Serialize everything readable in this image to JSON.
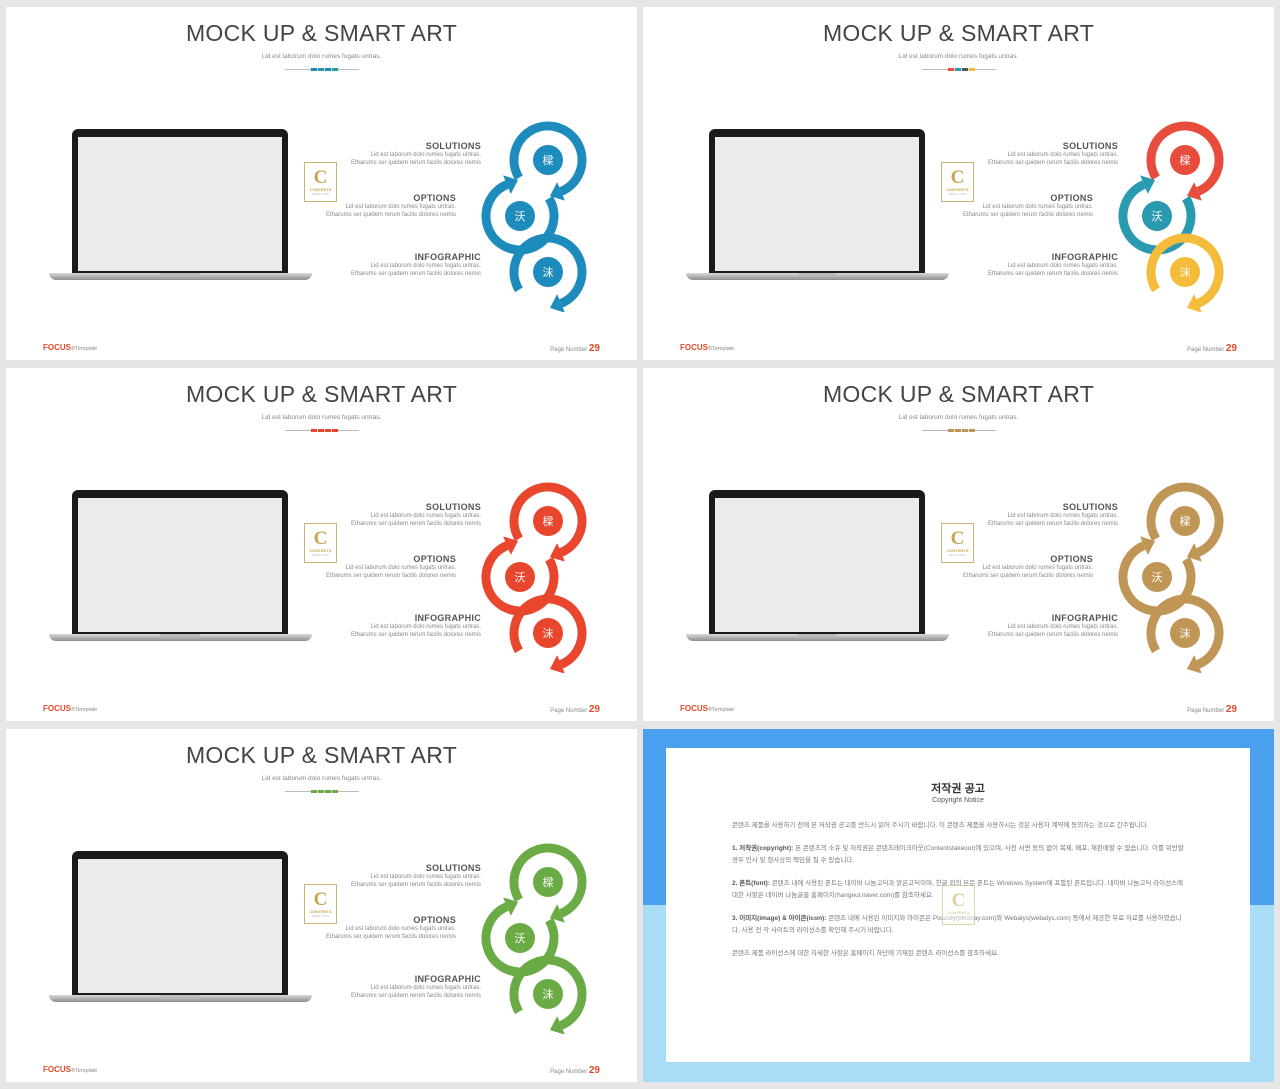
{
  "slides": [
    {
      "title": "MOCK UP & SMART ART",
      "subtitle": "Lid est laborum dolo rumes fugats untras.",
      "accent": "#1e8bbd",
      "accent2": "#1e8bbd",
      "accent3": "#1e8bbd",
      "dots": [
        "#1e8bbd",
        "#2a9a9a",
        "#1e8bbd",
        "#26a0a0"
      ]
    },
    {
      "title": "MOCK UP & SMART ART",
      "subtitle": "Lid est laborum dolo rumes fugats untras.",
      "accent": "#e84c3d",
      "accent2": "#2a9ab0",
      "accent3": "#f5bb3a",
      "dots": [
        "#e84c3d",
        "#2a9ab0",
        "#555555",
        "#f5bb3a"
      ]
    },
    {
      "title": "MOCK UP & SMART ART",
      "subtitle": "Lid est laborum dolo rumes fugats untras.",
      "accent": "#e8462d",
      "accent2": "#e8462d",
      "accent3": "#e8462d",
      "dots": [
        "#e8462d",
        "#e8462d",
        "#e8462d",
        "#e8462d"
      ]
    },
    {
      "title": "MOCK UP & SMART ART",
      "subtitle": "Lid est laborum dolo rumes fugats untras.",
      "accent": "#bf9655",
      "accent2": "#bf9655",
      "accent3": "#bf9655",
      "dots": [
        "#bf9655",
        "#bf9655",
        "#bf9655",
        "#bf9655"
      ]
    },
    {
      "title": "MOCK UP & SMART ART",
      "subtitle": "Lid est laborum dolo rumes fugats untras.",
      "accent": "#6bab45",
      "accent2": "#6bab45",
      "accent3": "#6bab45",
      "dots": [
        "#6bab45",
        "#6bab45",
        "#6bab45",
        "#6bab45"
      ]
    }
  ],
  "items": [
    {
      "heading": "SOLUTIONS",
      "line1": "Lid est laborum dolo rumes fugats untras.",
      "line2": "Etharums ser quidem rerum facilis dolores nemis"
    },
    {
      "heading": "OPTIONS",
      "line1": "Lid est laborum dolo rumes fugats untras.",
      "line2": "Etharums ser quidem rerum facilis dolores nemis"
    },
    {
      "heading": "INFOGRAPHIC",
      "line1": "Lid est laborum dolo rumes fugats untras.",
      "line2": "Etharums ser quidem rerum facilis dolores nemis"
    }
  ],
  "circle_glyphs": [
    "樑",
    "沃",
    "沫"
  ],
  "logo": {
    "letter": "C",
    "word1": "CONTENTS",
    "word2": "READ LOOK"
  },
  "footer": {
    "brand": "FOCUS",
    "brand_suffix": "®Template",
    "page_label": "Page Number",
    "page_number": "29"
  },
  "copyright": {
    "title": "저작권 공고",
    "subtitle": "Copyright Notice",
    "para1": "콘텐츠 제품을 사용하기 전에 본 저작권 공고를 반드시 읽어 주시기 바랍니다. 이 콘텐츠 제품을 사용하시는 것은 사용자 계약에 동의하는 것으로 간주됩니다.",
    "para2_head": "1. 저작권(copyright):",
    "para2": " 본 콘텐츠의 소유 및 저작권은 콘텐츠테이크아웃(Contentstakeout)에 있으며, 사전 서면 동의 없이 복제, 배포, 재판매할 수 없습니다. 이를 위반할 경우 민사 및 형사상의 책임을 질 수 있습니다.",
    "para3_head": "2. 폰트(font):",
    "para3": " 콘텐츠 내에 사용된 폰트는 네이버 나눔고딕과 맑은고딕이며, 한글 외의 본문 폰트는 Windows System에 포함된 폰트입니다. 네이버 나눔고딕 라이선스에 대한 사항은 네이버 나눔글꼴 홈페이지(hangeul.naver.com)를 참조하세요.",
    "para4_head": "3. 이미지(image) & 아이콘(icon):",
    "para4": " 콘텐츠 내에 사용된 이미지와 아이콘은 Pixabay(pixabay.com)와 Webalys(webalys.com) 등에서 제공한 무료 자료를 사용하였습니다. 사용 전 각 사이트의 라이선스를 확인해 주시기 바랍니다.",
    "para5": "콘텐츠 제품 라이선스에 대한 자세한 사항은 홈페이지 하단에 기재된 콘텐츠 라이선스를 참조하세요."
  }
}
